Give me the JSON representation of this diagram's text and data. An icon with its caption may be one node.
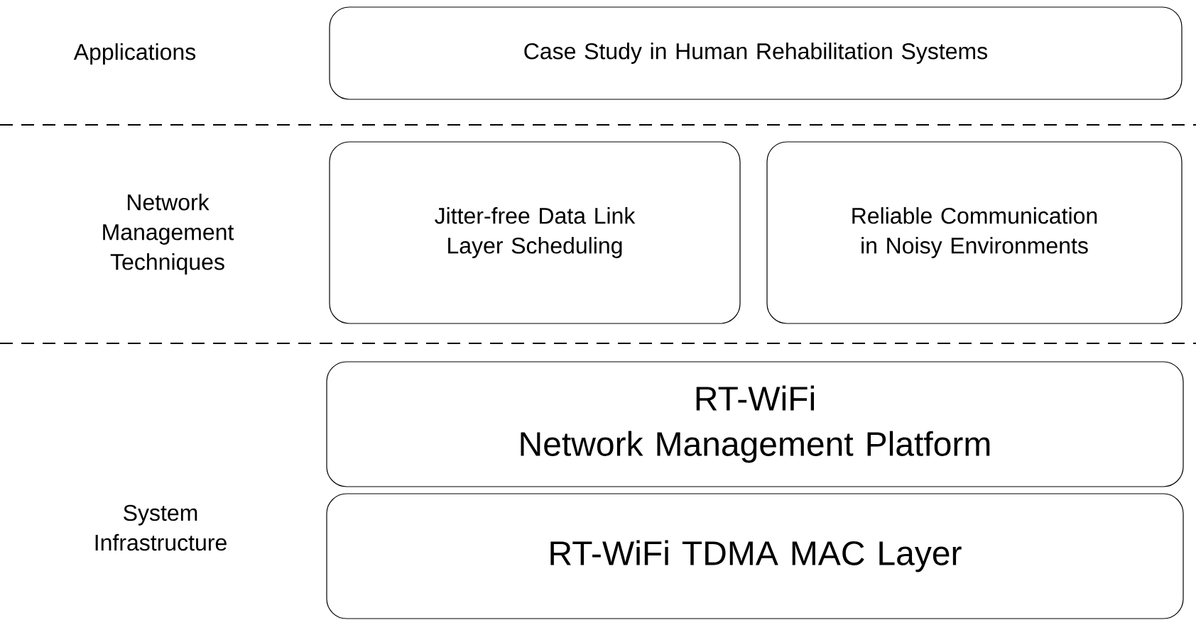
{
  "diagram": {
    "nodes": [
      {
        "text": [
          "Case Study in Human Rehabilitation Systems"
        ]
      },
      {
        "text": [
          "Jitter-free Data Link Layer Scheduling"
        ]
      },
      {
        "text": [
          "Reliable Communication in Noisy Environments"
        ]
      },
      {
        "text": [
          "RT-WiFi",
          "Network Management Platform"
        ]
      },
      {
        "text": [
          "RT-WiFi TDMA MAC Layer"
        ]
      }
    ],
    "labels": [
      "Applications",
      "Network Management Techniques",
      "System Infrastructure"
    ]
  }
}
